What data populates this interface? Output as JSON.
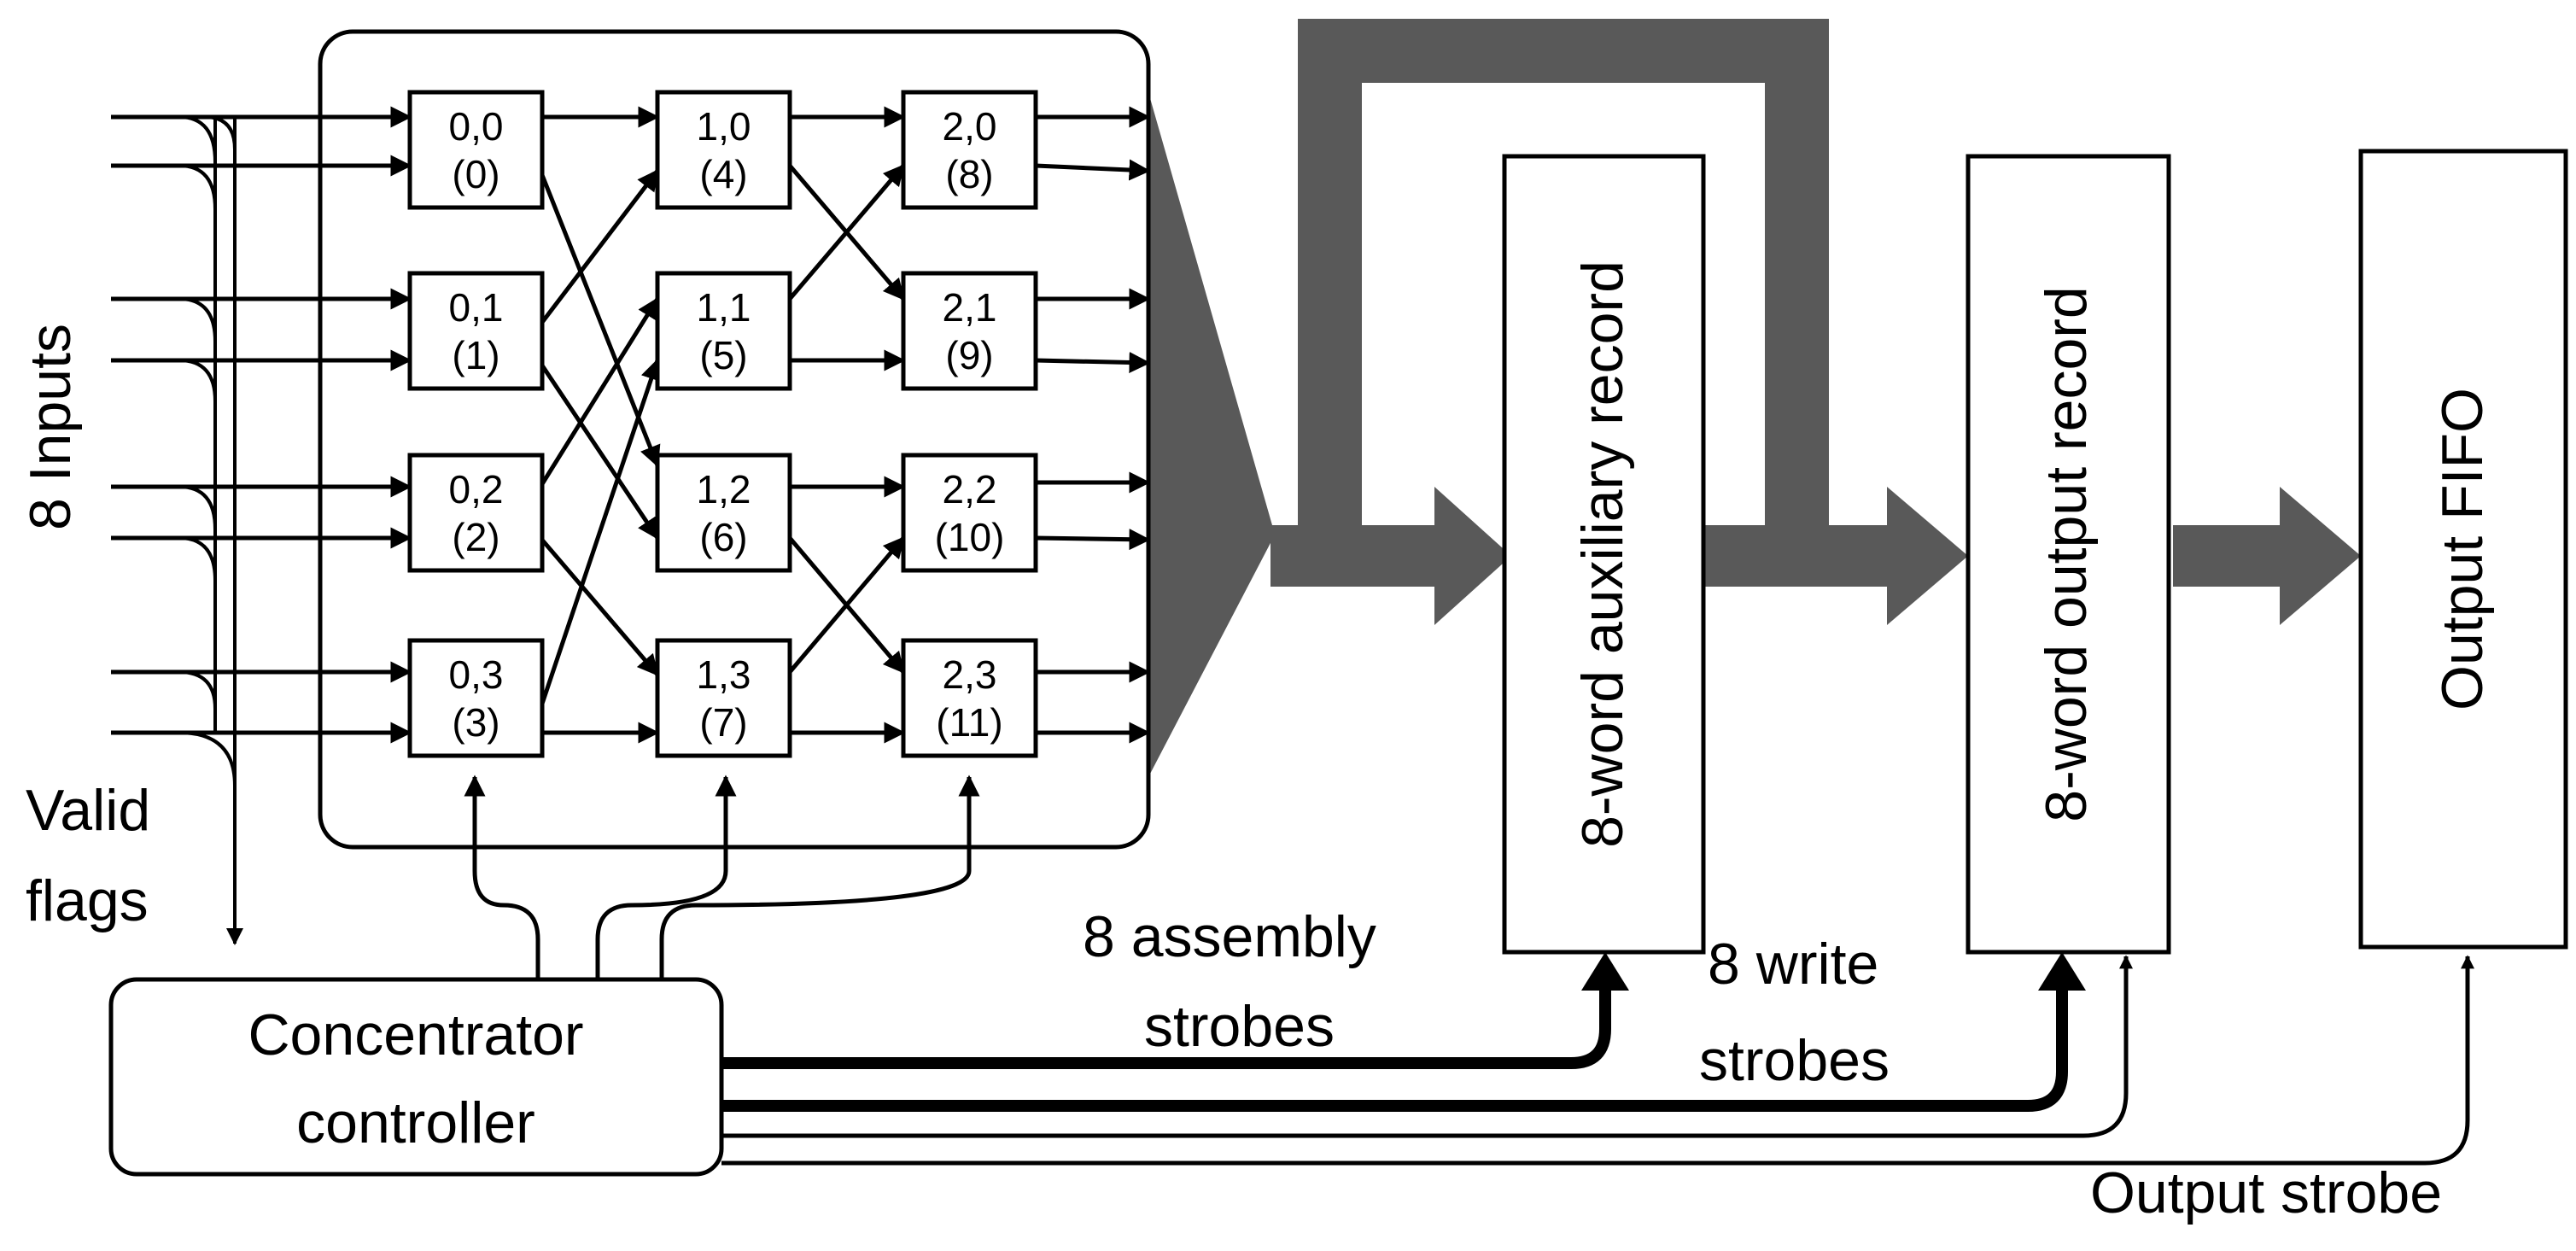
{
  "labels": {
    "inputs": "8 Inputs",
    "valid_flags_1": "Valid",
    "valid_flags_2": "flags",
    "controller_1": "Concentrator",
    "controller_2": "controller",
    "assembly_1": "8 assembly",
    "assembly_2": "strobes",
    "write_1": "8 write",
    "write_2": "strobes",
    "output_strobe": "Output strobe",
    "aux_record": "8-word auxiliary record",
    "output_record": "8-word output record",
    "fifo": "Output FIFO"
  },
  "nodes": [
    {
      "coord": "0,0",
      "index": "(0)"
    },
    {
      "coord": "0,1",
      "index": "(1)"
    },
    {
      "coord": "0,2",
      "index": "(2)"
    },
    {
      "coord": "0,3",
      "index": "(3)"
    },
    {
      "coord": "1,0",
      "index": "(4)"
    },
    {
      "coord": "1,1",
      "index": "(5)"
    },
    {
      "coord": "1,2",
      "index": "(6)"
    },
    {
      "coord": "1,3",
      "index": "(7)"
    },
    {
      "coord": "2,0",
      "index": "(8)"
    },
    {
      "coord": "2,1",
      "index": "(9)"
    },
    {
      "coord": "2,2",
      "index": "(10)"
    },
    {
      "coord": "2,3",
      "index": "(11)"
    }
  ],
  "colors": {
    "line": "#000000",
    "bus": "#595959",
    "background": "#ffffff"
  }
}
